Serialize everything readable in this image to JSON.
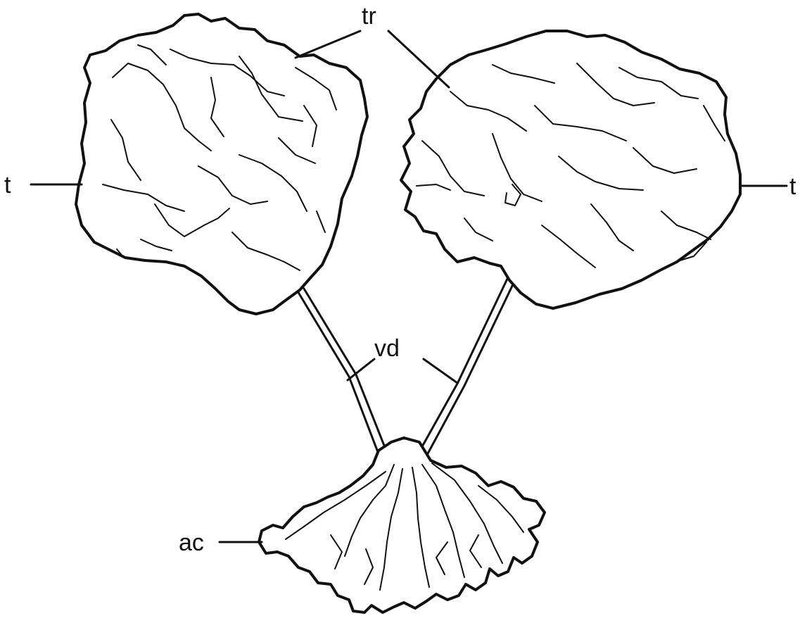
{
  "labels": {
    "testis_left": "t",
    "testis_right": "t",
    "tracheae": "tr",
    "vas_deferens": "vd",
    "accessory_glands": "ac"
  },
  "colors": {
    "ink": "#111111",
    "background": "#ffffff"
  }
}
